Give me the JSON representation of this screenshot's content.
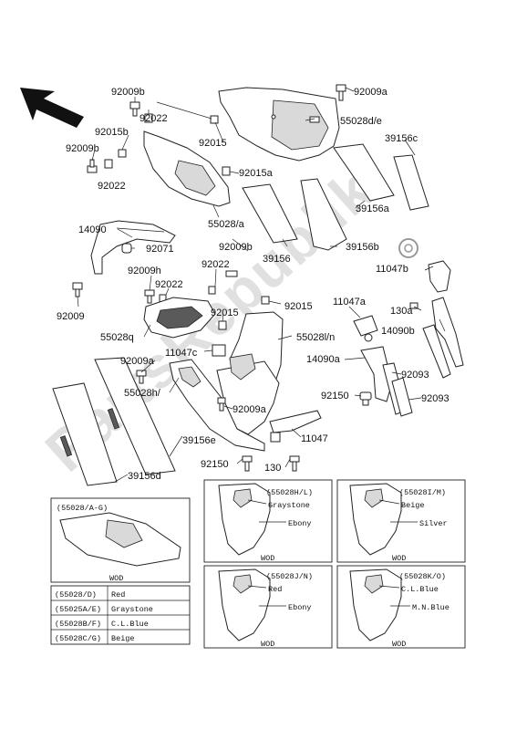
{
  "parts": {
    "p92009b_top": "92009b",
    "p92022_top": "92022",
    "p92009a_top": "92009a",
    "p55028de": "55028d/e",
    "p92015b": "92015b",
    "p92015_top": "92015",
    "p39156c": "39156c",
    "p92009b_left": "92009b",
    "p92022_left": "92022",
    "p92015a": "92015a",
    "p55028a": "55028/a",
    "p39156a": "39156a",
    "p14090": "14090",
    "p92071": "92071",
    "p92009b_mid": "92009b",
    "p39156": "39156",
    "p39156b": "39156b",
    "p92009h": "92009h",
    "p92022_mid1": "92022",
    "p92022_mid2": "92022",
    "p11047b": "11047b",
    "p92009": "92009",
    "p92015_mid": "92015",
    "p11047a": "11047a",
    "p130a": "130a",
    "p55028q": "55028q",
    "p92015_c": "92015",
    "p55028ln": "55028l/n",
    "p14090b": "14090b",
    "p92009a_mid": "92009a",
    "p11047c": "11047c",
    "p14090a": "14090a",
    "p92093_1": "92093",
    "p55028h": "55028h/",
    "p92009a_low": "92009a",
    "p92150_r": "92150",
    "p92093_2": "92093",
    "p11047": "11047",
    "p39156e": "39156e",
    "p92150_l": "92150",
    "p130": "130",
    "p39156d": "39156d"
  },
  "inset_a": {
    "title": "(55028/A-G)",
    "tag": "WOD"
  },
  "color_table": [
    {
      "code": "(55028/D)",
      "color": "Red"
    },
    {
      "code": "(55025A/E)",
      "color": "Graystone"
    },
    {
      "code": "(55028B/F)",
      "color": "C.L.Blue"
    },
    {
      "code": "(55028C/G)",
      "color": "Beige"
    }
  ],
  "inset_b": {
    "title": "(55028H/L)",
    "c1": "Graystone",
    "c2": "Ebony",
    "tag": "WOD"
  },
  "inset_c": {
    "title": "(55028I/M)",
    "c1": "Beige",
    "c2": "Silver",
    "tag": "WOD"
  },
  "inset_d": {
    "title": "(55028J/N)",
    "c1": "Red",
    "c2": "Ebony",
    "tag": "WOD"
  },
  "inset_e": {
    "title": "(55028K/O)",
    "c1": "C.L.Blue",
    "c2": "M.N.Blue",
    "tag": "WOD"
  },
  "watermark": "PartsRepublik"
}
